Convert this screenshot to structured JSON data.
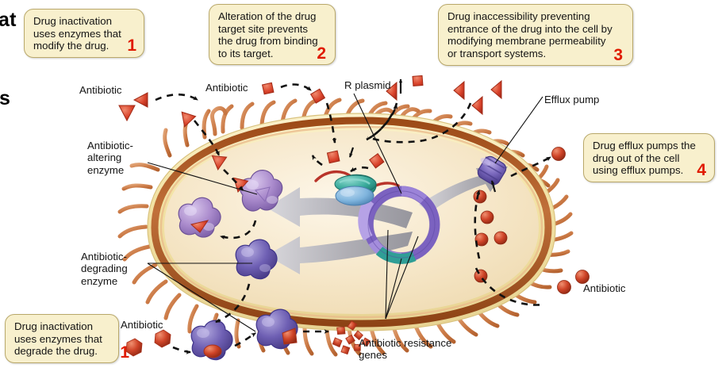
{
  "figure": {
    "title": "Mechanisms of antibiotic resistance in a bacterial cell",
    "type": "biology-diagram"
  },
  "edge_text": {
    "top_fragment": "at",
    "mid_fragment": "s"
  },
  "callouts": [
    {
      "id": "callout-1-modify",
      "text": "Drug inactivation\nuses enzymes that\nmodify the drug.",
      "number": "1"
    },
    {
      "id": "callout-2-target",
      "text": "Alteration of the drug\ntarget site prevents\nthe drug from binding\nto its target.",
      "number": "2"
    },
    {
      "id": "callout-3-access",
      "text": "Drug inaccessibility preventing\nentrance of the drug into the cell by\nmodifying membrane permeability\nor transport systems.",
      "number": "3"
    },
    {
      "id": "callout-4-efflux",
      "text": "Drug efflux pumps the\ndrug out of the cell\nusing efflux pumps.",
      "number": "4"
    },
    {
      "id": "callout-1-degrade",
      "text": "Drug inactivation\nuses enzymes that\ndegrade the drug.",
      "number": "1"
    }
  ],
  "labels": {
    "antibiotic_top_left": "Antibiotic",
    "antibiotic_top_mid": "Antibiotic",
    "antibiotic_bottom_left": "Antibiotic",
    "antibiotic_bottom_right": "Antibiotic",
    "altering_enzyme": "Antibiotic-\naltering\nenzyme",
    "degrading_enzyme": "Antibiotic-\ndegrading\nenzyme",
    "r_plasmid": "R plasmid",
    "efflux_pump": "Efflux pump",
    "resistance_genes": "Antibiotic resistance\ngenes"
  },
  "colors": {
    "callout_fill": "#f8f0cd",
    "callout_border": "#b9a86a",
    "number_red": "#e01b00",
    "cytoplasm": "#f4e3c4",
    "wall_outer": "#f1e0a8",
    "wall_inner": "#a8561f",
    "pili": "#cc7b47",
    "drug_red": "#d9412a",
    "enzyme_light_purple": "#a98dc8",
    "enzyme_dark_purple": "#6a5aa8",
    "plasmid_purple": "#7b62c0",
    "plasmid_teal": "#2f9e96",
    "ribosome_teal": "#3fae9e",
    "ribosome_blue": "#7fb6dd",
    "mrna_red": "#c0392b",
    "efflux_pump": "#6f5fae",
    "arrow_gray": "#a7a7ae",
    "dash_black": "#111111"
  }
}
